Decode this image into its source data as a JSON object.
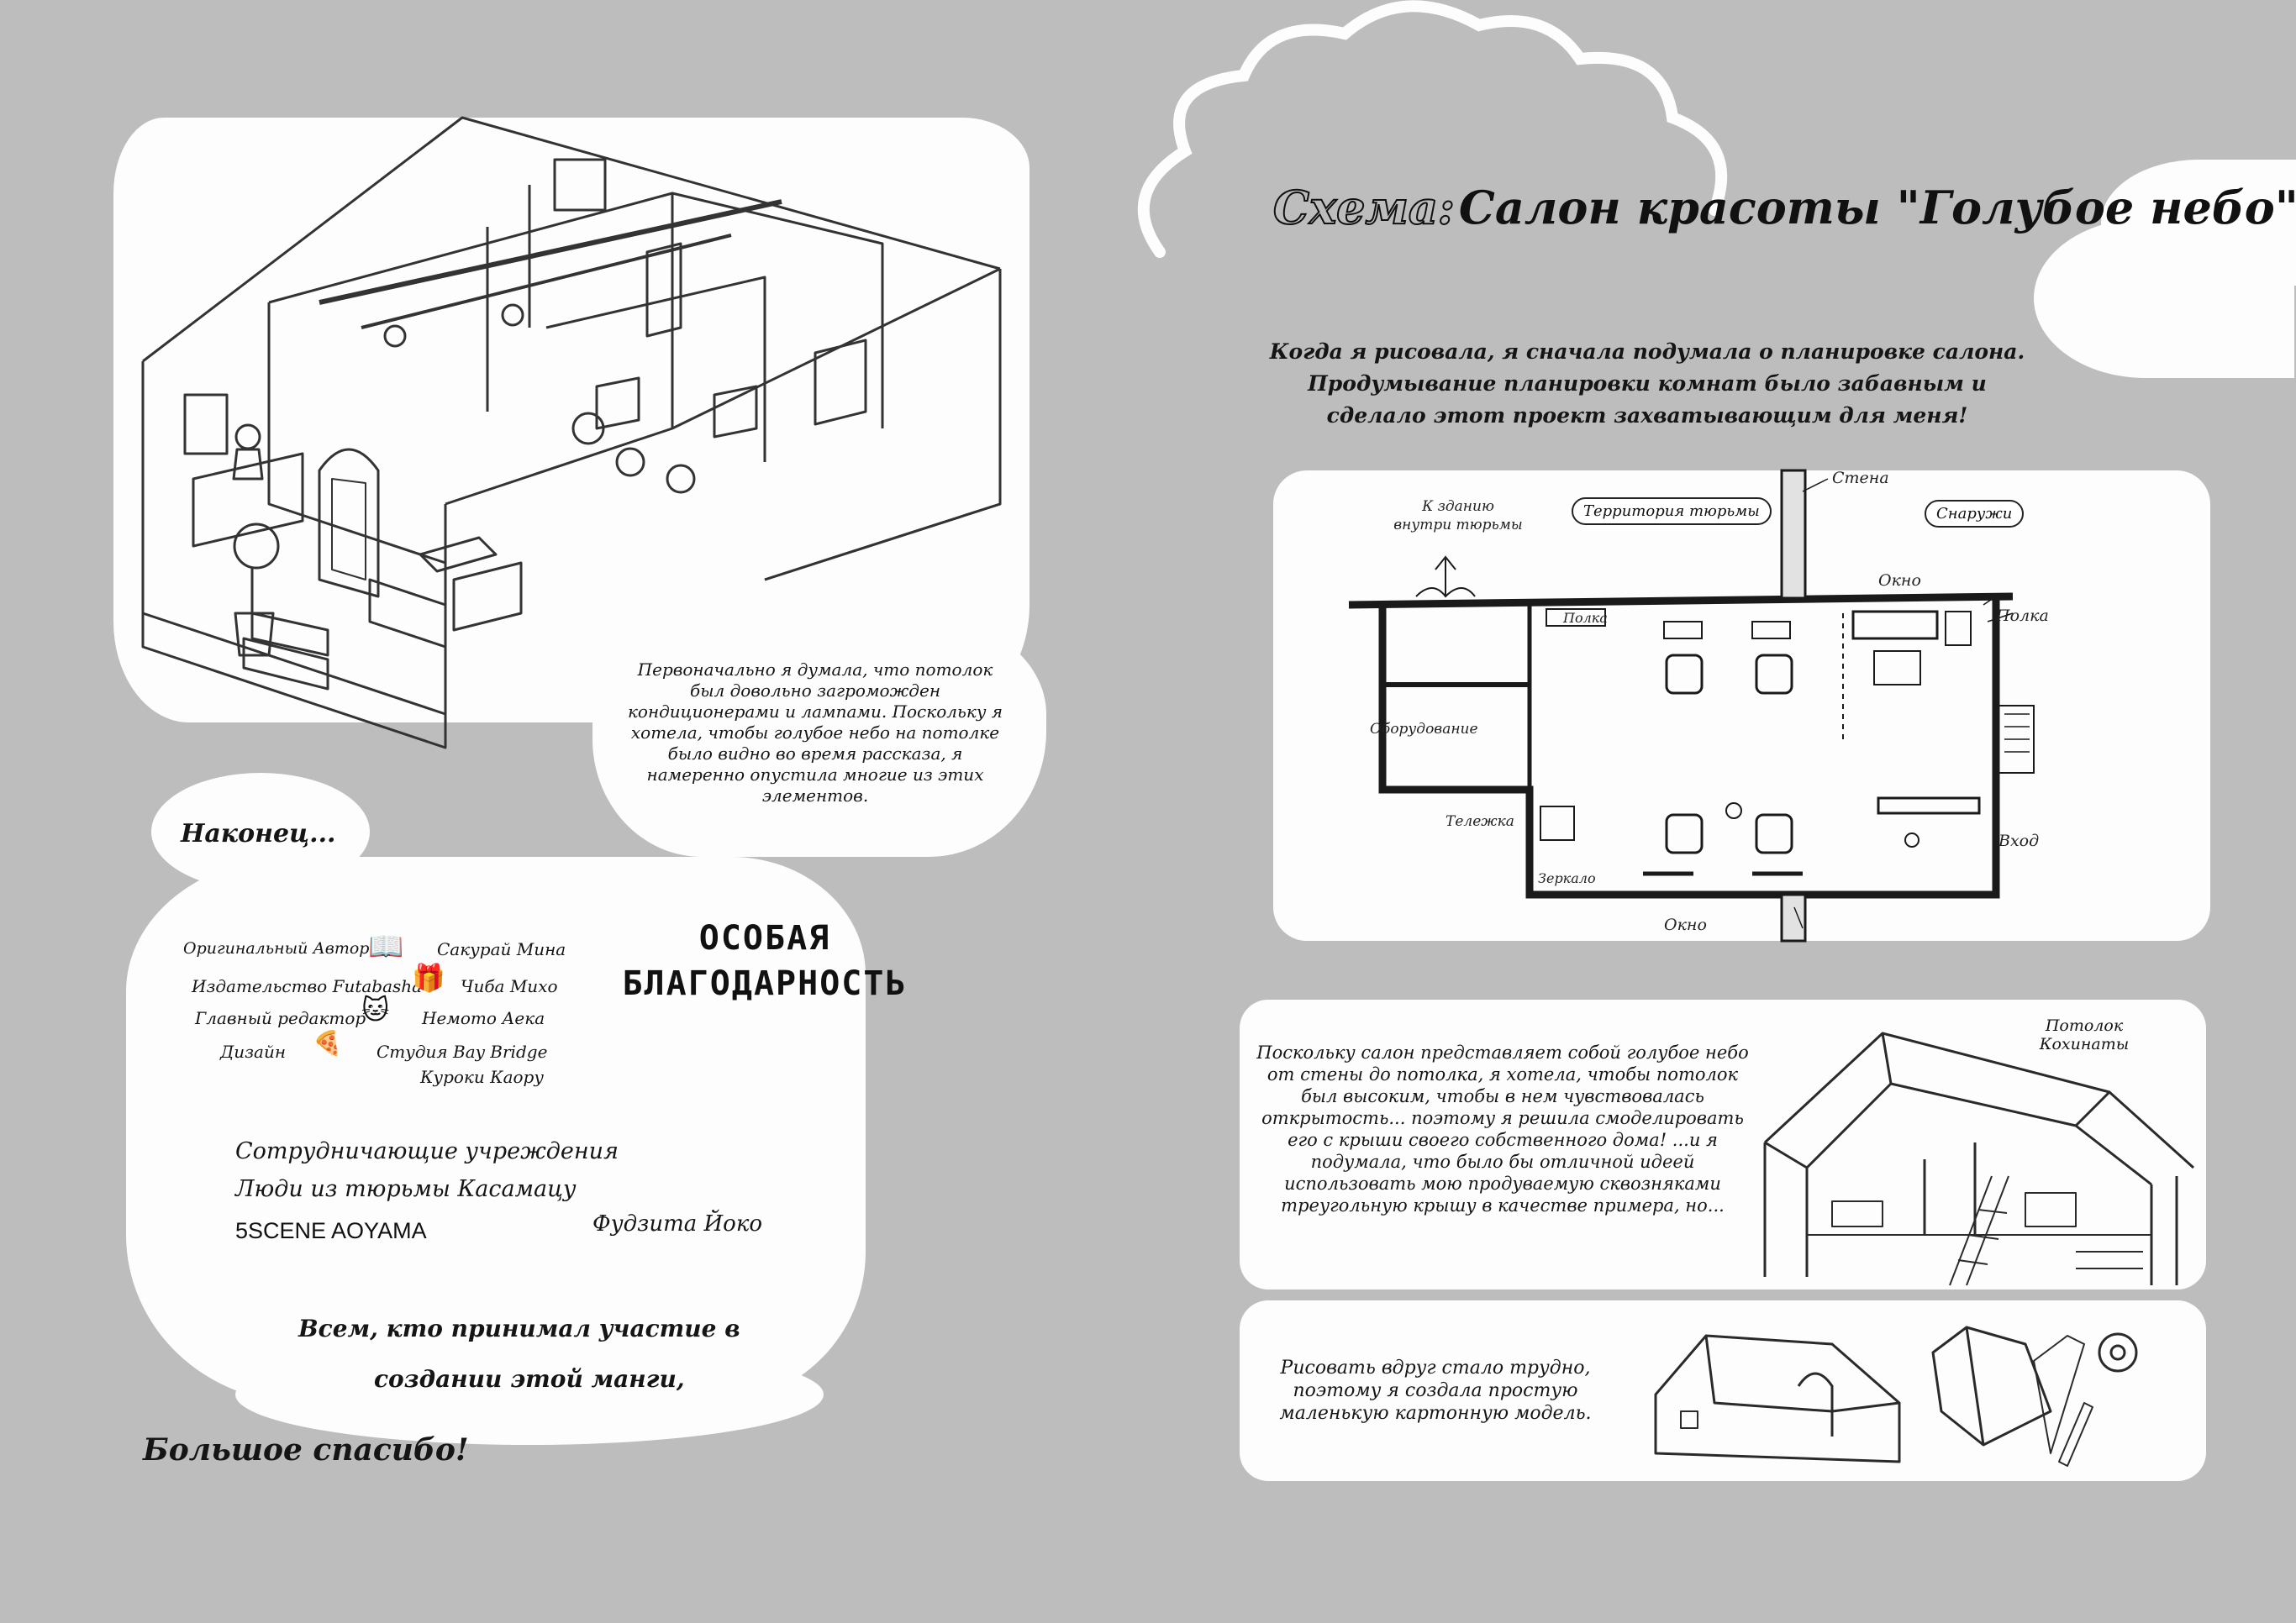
{
  "title": {
    "prefix": "Схема:",
    "main": "Салон красоты \"Голубое небо\""
  },
  "intro": {
    "line1": "Когда я рисовала, я сначала подумала о планировке салона.",
    "line2": "Продумывание планировки комнат было забавным и",
    "line3": "сделало этот проект захватывающим для меня!"
  },
  "floorplan": {
    "labels": {
      "to_prison": "К зданию внутри тюрьмы",
      "prison_territory": "Территория тюрьмы",
      "outside": "Снаружи",
      "wall": "Стена",
      "window_top": "Окно",
      "shelf_right": "Полка",
      "shelf_left": "Полка",
      "equipment": "Оборудование",
      "cart": "Тележка",
      "mirror": "Зеркало",
      "window_bottom": "Окно",
      "entrance": "Вход"
    }
  },
  "ceiling_note": {
    "text": "Первоначально я думала, что потолок был довольно загроможден кондиционерами и лампами. Поскольку я хотела, чтобы голубое небо на потолке было видно во время рассказа, я намеренно опустила многие из этих элементов."
  },
  "roof_note": {
    "text": "Поскольку салон представляет собой голубое небо от стены до потолка, я хотела, чтобы потолок был высоким, чтобы в нем чувствовалась открытость... поэтому я решила смоделировать его с крыши своего собственного дома! ...и я подумала, что было бы отличной идеей использовать мою продуваемую сквозняками треугольную крышу в качестве примера, но...",
    "label": "Потолок Кохинаты"
  },
  "model_note": {
    "text": "Рисовать вдруг стало трудно, поэтому я создала простую маленькую картонную модель."
  },
  "credits": {
    "finally": "Наконец...",
    "special_thanks_line1": "ОСОБАЯ",
    "special_thanks_line2": "БЛАГОДАРНОСТЬ",
    "rows": [
      {
        "role": "Оригинальный Автор",
        "name": "Сакурай Мина",
        "icon": "book-icon"
      },
      {
        "role": "Издательство Futabasha",
        "name": "Чиба Михо",
        "icon": "gift-icon"
      },
      {
        "role": "Главный редактор",
        "name": "Немото Аека",
        "icon": "cat-icon"
      },
      {
        "role": "Дизайн",
        "name": "Студия Bay Bridge",
        "icon": "pizza-icon"
      }
    ],
    "extra_name": "Куроки Каору",
    "coop_title": "Сотрудничающие учреждения",
    "coop_1": "Люди из тюрьмы Касамацу",
    "coop_2": "5SCENE AOYAMA",
    "coop_3": "Фудзита Йоко",
    "thanks_1": "Всем, кто принимал участие в",
    "thanks_2": "создании этой манги,",
    "big_thanks": "Большое спасибо!"
  }
}
